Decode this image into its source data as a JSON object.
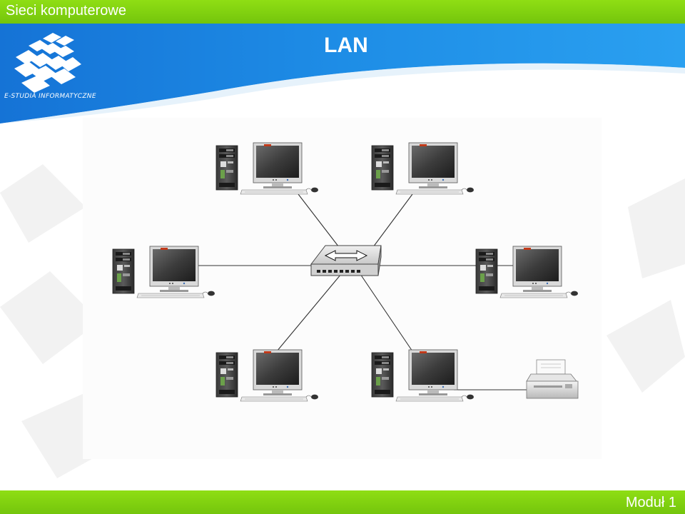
{
  "header": {
    "course_title": "Sieci komputerowe",
    "slide_title": "LAN"
  },
  "logo": {
    "caption": "E-STUDIA INFORMATYCZNE"
  },
  "footer": {
    "module_label": "Moduł 1"
  },
  "colors": {
    "green_bar": "#7ccc0e",
    "blue_band": "#1e8de6",
    "link_line": "#333333",
    "switch_body": "#d8d8d8"
  },
  "diagram": {
    "topology": "star",
    "center": "switch",
    "nodes": [
      "computer",
      "computer",
      "computer",
      "computer",
      "computer",
      "computer",
      "printer"
    ],
    "links": [
      [
        "switch",
        "computer"
      ],
      [
        "switch",
        "computer"
      ],
      [
        "switch",
        "computer"
      ],
      [
        "switch",
        "computer"
      ],
      [
        "switch",
        "computer"
      ],
      [
        "switch",
        "computer"
      ],
      [
        "computer",
        "printer"
      ]
    ]
  }
}
